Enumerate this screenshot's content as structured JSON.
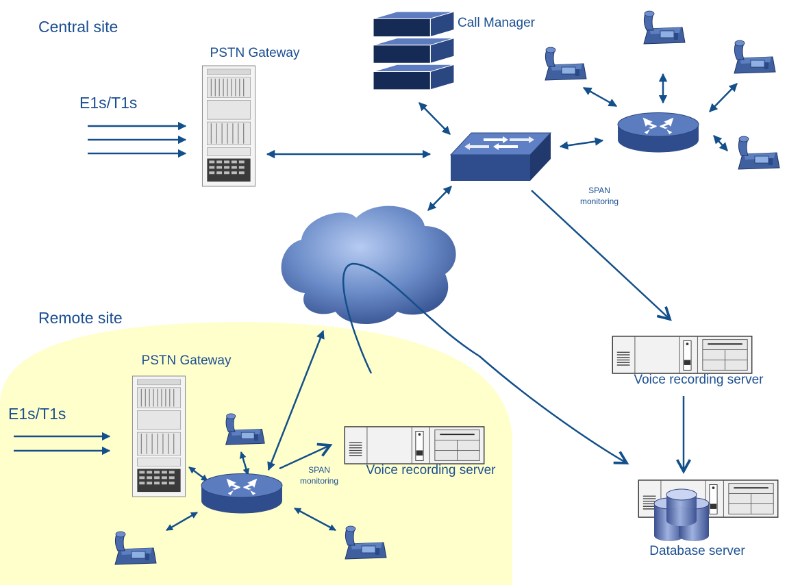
{
  "sites": {
    "central": "Central site",
    "remote": "Remote site"
  },
  "labels": {
    "central_gateway": "PSTN Gateway",
    "remote_gateway": "PSTN Gateway",
    "central_trunks": "E1s/T1s",
    "remote_trunks": "E1s/T1s",
    "call_manager": "Call Manager",
    "central_span_line1": "SPAN",
    "central_span_line2": "monitoring",
    "remote_span_line1": "SPAN",
    "remote_span_line2": "monitoring",
    "central_recorder": "Voice recording server",
    "remote_recorder": "Voice recording server",
    "database": "Database server"
  },
  "colors": {
    "text": "#1b4f91",
    "arrow": "#134f8a",
    "remote_area": "#ffffcc",
    "device_blue": "#3e5c9a"
  }
}
